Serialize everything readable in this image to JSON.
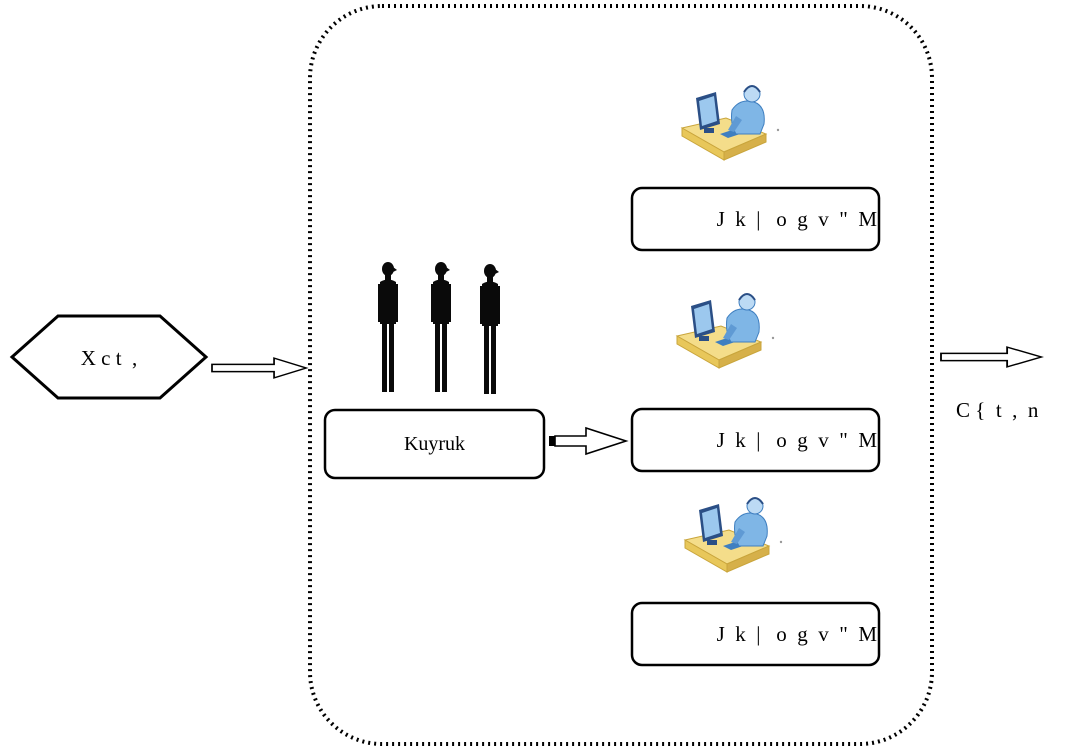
{
  "diagram": {
    "arrival_label": "X c t  ,",
    "queue_label": "Kuyruk",
    "server_labels": [
      "J  k  |   o  g  v  \"  M",
      "J  k  |   o  g  v  \"  M",
      "J  k  |   o  g  v  \"  M"
    ],
    "departure_label": "C {  t  ,  n",
    "colors": {
      "outline": "#000000",
      "person": "#0a0a0a",
      "desk": "#e8c75a",
      "desk_top": "#f4dd8a",
      "worker": "#7fb6e6",
      "worker_dark": "#3f7fc0",
      "monitor": "#2b4f86",
      "screen": "#9cc8ee"
    },
    "icons": {
      "people": "standing-person-icon",
      "server": "desk-worker-icon",
      "flow": "right-arrow-icon"
    }
  }
}
